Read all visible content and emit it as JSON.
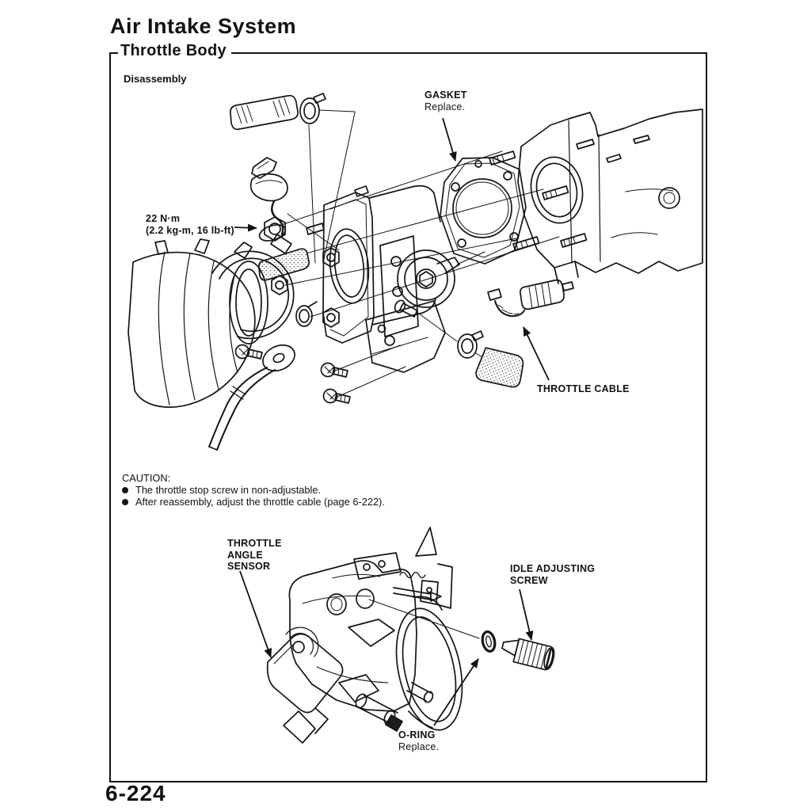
{
  "page": {
    "title": "Air Intake System",
    "page_number": "6-224"
  },
  "section": {
    "title": "Throttle Body",
    "subsection": "Disassembly"
  },
  "diagram_labels": {
    "gasket": {
      "name": "GASKET",
      "note": "Replace."
    },
    "torque_spec": {
      "value": "22 N·m",
      "alt": "(2.2 kg-m, 16 lb-ft)"
    },
    "throttle_cable": {
      "name": "THROTTLE CABLE"
    },
    "throttle_angle_sensor": {
      "line1": "THROTTLE",
      "line2": "ANGLE",
      "line3": "SENSOR"
    },
    "idle_adjusting_screw": {
      "line1": "IDLE ADJUSTING",
      "line2": "SCREW"
    },
    "o_ring": {
      "name": "O-RING",
      "note": "Replace."
    }
  },
  "caution": {
    "heading": "CAUTION:",
    "items": [
      "The throttle stop screw in non-adjustable.",
      "After reassembly, adjust the throttle cable (page 6-222)."
    ]
  }
}
